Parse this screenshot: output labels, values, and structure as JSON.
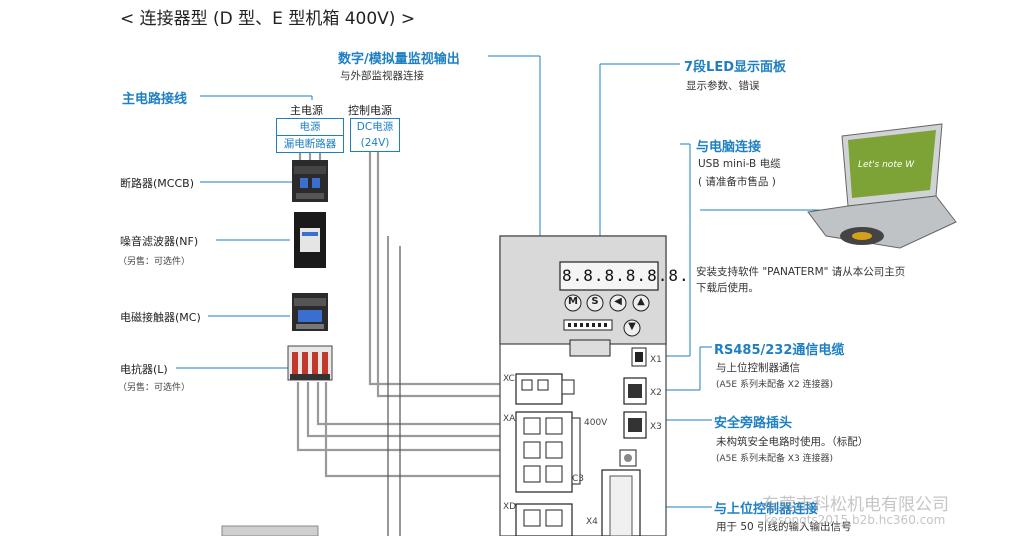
{
  "title": "< 连接器型 (D 型、E 型机箱 400V) >",
  "main_circuit": {
    "heading": "主电路接线"
  },
  "power_header": {
    "main_power": "主电源",
    "control_power": "控制电源",
    "box1_line1": "电源",
    "box1_line2": "漏电断路器",
    "box2_line1": "DC电源",
    "box2_line2": "(24V)"
  },
  "components": {
    "mccb": "断路器(MCCB)",
    "nf": "噪音滤波器(NF)",
    "nf_note": "（另售：可选件）",
    "mc": "电磁接触器(MC)",
    "reactor": "电抗器(L)",
    "reactor_note": "（另售：可选件）"
  },
  "monitor": {
    "heading": "数字/模拟量监视输出",
    "sub": "与外部监视器连接"
  },
  "led_panel": {
    "heading": "7段LED显示面板",
    "sub": "显示参数、错误",
    "display": "8.8.8.8.8.8."
  },
  "keys": {
    "m": "M",
    "s": "S",
    "left": "◀",
    "up": "▲",
    "down": "▼"
  },
  "pc": {
    "heading": "与电脑连接",
    "sub1": "USB mini-B 电缆",
    "sub2": "( 请准备市售品 )",
    "software1": "安装支持软件 \"PANATERM\" 请从本公司主页",
    "software2": "下载后使用。",
    "laptop_brand": "Let's note W"
  },
  "rs485": {
    "heading": "RS485/232通信电缆",
    "sub1": "与上位控制器通信",
    "sub2": "(A5E 系列未配备 X2 连接器)"
  },
  "safety": {
    "heading": "安全旁路插头",
    "sub1": "未构筑安全电路时使用。（标配）",
    "sub2": "(A5E 系列未配备 X3 连接器)"
  },
  "host": {
    "heading": "与上位控制器连接",
    "sub1": "用于 50 引线的输入输出信号"
  },
  "connectors": {
    "x1": "X1",
    "x2": "X2",
    "x3": "X3",
    "x4": "X4",
    "xc": "XC",
    "xa": "XA",
    "xd": "XD",
    "v400": "400V",
    "c3": "C3"
  },
  "watermark": {
    "line1": "东莞市科松机电有限公司",
    "line2": "kesongts2015.b2b.hc360.com"
  },
  "colors": {
    "accent": "#1e7fc2",
    "driver_body": "#ffffff",
    "driver_top": "#d9d9d9"
  }
}
